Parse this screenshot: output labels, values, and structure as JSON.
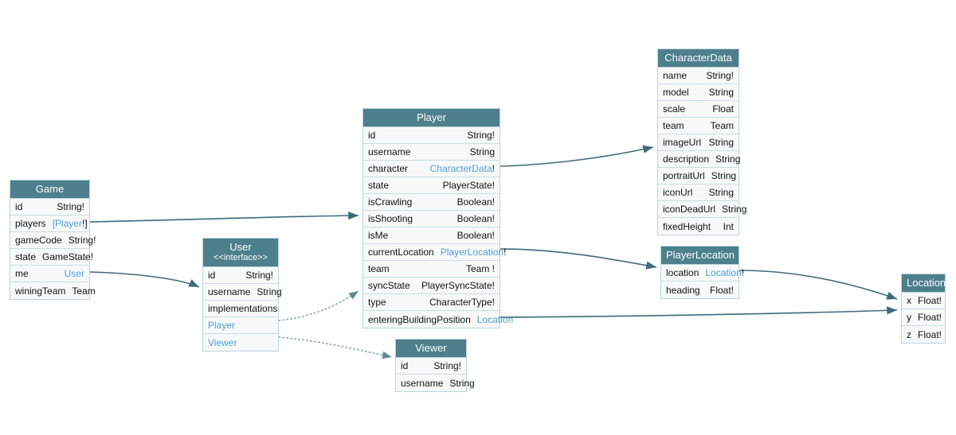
{
  "diagram": {
    "type": "graphql-schema-class-diagram",
    "colors": {
      "header_bg": "#4d7f8c",
      "header_text": "#ffffff",
      "row_bg": "#f7f9f9",
      "border": "#b9d4dc",
      "link_type": "#4d9fd6",
      "edge": "#40697a"
    }
  },
  "entities": {
    "game": {
      "title": "Game",
      "fields": [
        {
          "name": "id",
          "type": "String!",
          "link": false
        },
        {
          "name": "players",
          "type": "[Player!]",
          "link": true
        },
        {
          "name": "gameCode",
          "type": "String!",
          "link": false
        },
        {
          "name": "state",
          "type": "GameState!",
          "link": false
        },
        {
          "name": "me",
          "type": "User",
          "link": true
        },
        {
          "name": "winingTeam",
          "type": "Team",
          "link": false
        }
      ]
    },
    "user": {
      "title": "User",
      "subtitle": "<<interface>>",
      "fields": [
        {
          "name": "id",
          "type": "String!",
          "link": false
        },
        {
          "name": "username",
          "type": "String",
          "link": false
        }
      ],
      "section_label": "implementations",
      "implementations": [
        {
          "name": "Player"
        },
        {
          "name": "Viewer"
        }
      ]
    },
    "player": {
      "title": "Player",
      "fields": [
        {
          "name": "id",
          "type": "String!",
          "link": false
        },
        {
          "name": "username",
          "type": "String",
          "link": false
        },
        {
          "name": "character",
          "type": "CharacterData!",
          "link": true
        },
        {
          "name": "state",
          "type": "PlayerState!",
          "link": false
        },
        {
          "name": "isCrawling",
          "type": "Boolean!",
          "link": false
        },
        {
          "name": "isShooting",
          "type": "Boolean!",
          "link": false
        },
        {
          "name": "isMe",
          "type": "Boolean!",
          "link": false
        },
        {
          "name": "currentLocation",
          "type": "PlayerLocation!",
          "link": true
        },
        {
          "name": "team",
          "type": "Team !",
          "link": false
        },
        {
          "name": "syncState",
          "type": "PlayerSyncState!",
          "link": false
        },
        {
          "name": "type",
          "type": "CharacterType!",
          "link": false
        },
        {
          "name": "enteringBuildingPosition",
          "type": "Location",
          "link": true
        }
      ]
    },
    "viewer": {
      "title": "Viewer",
      "fields": [
        {
          "name": "id",
          "type": "String!",
          "link": false
        },
        {
          "name": "username",
          "type": "String",
          "link": false
        }
      ]
    },
    "characterdata": {
      "title": "CharacterData",
      "fields": [
        {
          "name": "name",
          "type": "String!",
          "link": false
        },
        {
          "name": "model",
          "type": "String",
          "link": false
        },
        {
          "name": "scale",
          "type": "Float",
          "link": false
        },
        {
          "name": "team",
          "type": "Team",
          "link": false
        },
        {
          "name": "imageUrl",
          "type": "String",
          "link": false
        },
        {
          "name": "description",
          "type": "String",
          "link": false
        },
        {
          "name": "portraitUrl",
          "type": "String",
          "link": false
        },
        {
          "name": "iconUrl",
          "type": "String",
          "link": false
        },
        {
          "name": "iconDeadUrl",
          "type": "String",
          "link": false
        },
        {
          "name": "fixedHeight",
          "type": "Int",
          "link": false
        }
      ]
    },
    "playerlocation": {
      "title": "PlayerLocation",
      "fields": [
        {
          "name": "location",
          "type": "Location!",
          "link": true
        },
        {
          "name": "heading",
          "type": "Float!",
          "link": false
        }
      ]
    },
    "location": {
      "title": "Location",
      "fields": [
        {
          "name": "x",
          "type": "Float!",
          "link": false
        },
        {
          "name": "y",
          "type": "Float!",
          "link": false
        },
        {
          "name": "z",
          "type": "Float!",
          "link": false
        }
      ]
    }
  },
  "edges": [
    {
      "from": "game.players",
      "to": "player",
      "style": "solid"
    },
    {
      "from": "game.me",
      "to": "user",
      "style": "solid"
    },
    {
      "from": "user.Player",
      "to": "player",
      "style": "dotted"
    },
    {
      "from": "user.Viewer",
      "to": "viewer",
      "style": "dotted"
    },
    {
      "from": "player.character",
      "to": "characterdata",
      "style": "solid"
    },
    {
      "from": "player.currentLocation",
      "to": "playerlocation",
      "style": "solid"
    },
    {
      "from": "player.enteringBuildingPosition",
      "to": "location",
      "style": "solid"
    },
    {
      "from": "playerlocation.location",
      "to": "location",
      "style": "solid"
    }
  ]
}
